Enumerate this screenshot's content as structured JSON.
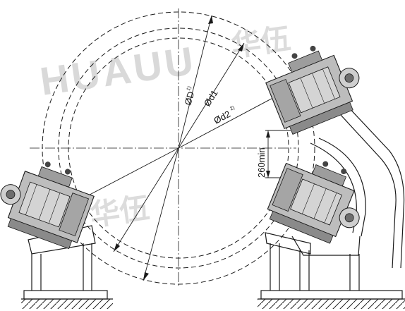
{
  "diagram": {
    "labels": {
      "outer_diameter": "ØD",
      "outer_diameter_note": "1)",
      "mid_diameter": "Ød1",
      "inner_diameter": "Ød2",
      "inner_diameter_note": "2)",
      "gap_dimension": "260min"
    },
    "watermark": {
      "latin": "HUAUU",
      "chinese": "华伍"
    },
    "colors": {
      "line": "#1a1a1a",
      "body_fill": "#bdbdbd",
      "body_dark": "#8a8a8a",
      "watermark": "#d9d9d9"
    }
  }
}
